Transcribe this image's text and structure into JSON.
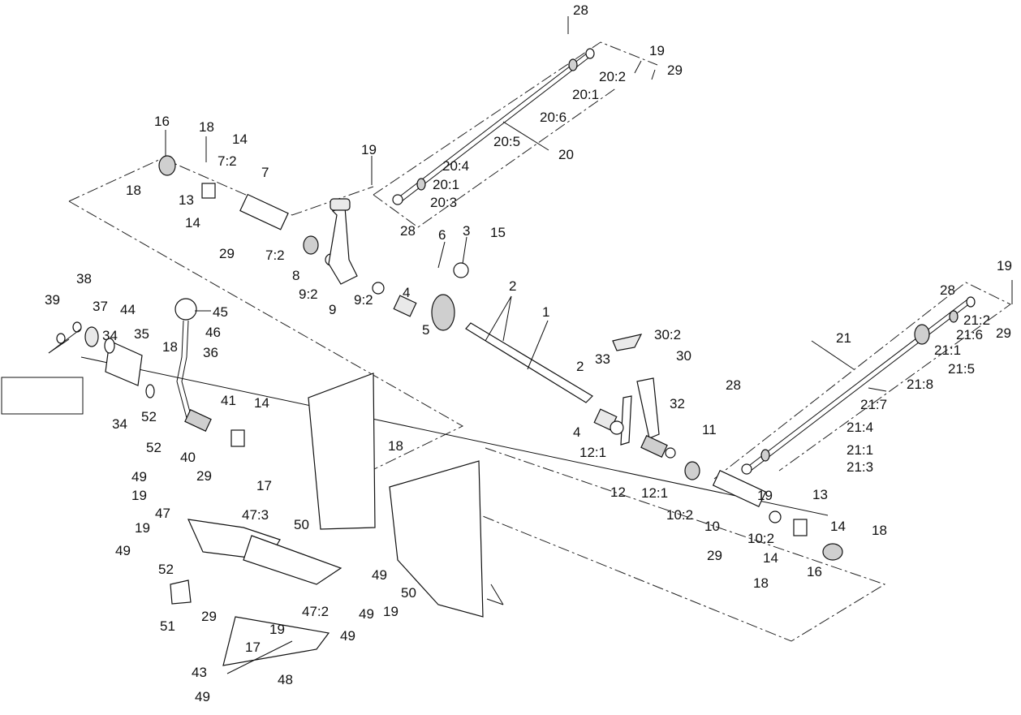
{
  "callouts": [
    "28",
    "19",
    "29",
    "20:2",
    "20:1",
    "20:6",
    "20:5",
    "20",
    "16",
    "18",
    "14",
    "7:2",
    "7",
    "18",
    "13",
    "14",
    "19",
    "20:4",
    "20:1",
    "20:3",
    "28",
    "29",
    "7:2",
    "8",
    "9:2",
    "9",
    "6",
    "3",
    "15",
    "4",
    "9:2",
    "5",
    "2",
    "1",
    "38",
    "39",
    "37",
    "44",
    "34",
    "35",
    "45",
    "46",
    "36",
    "18",
    "34",
    "52",
    "41",
    "14",
    "52",
    "40",
    "29",
    "17",
    "18",
    "49",
    "19",
    "47",
    "47:3",
    "50",
    "19",
    "49",
    "52",
    "51",
    "29",
    "50",
    "49",
    "47:2",
    "49",
    "19",
    "19",
    "49",
    "17",
    "43",
    "48",
    "49",
    "2",
    "33",
    "30:2",
    "30",
    "4",
    "32",
    "12:1",
    "12",
    "12:1",
    "11",
    "10:2",
    "10",
    "29",
    "10:2",
    "19",
    "13",
    "14",
    "18",
    "14",
    "18",
    "16",
    "28",
    "21",
    "21:8",
    "21:5",
    "21:1",
    "21:6",
    "21:2",
    "19",
    "29",
    "28",
    "21:7",
    "21:4",
    "21:1",
    "21:3"
  ]
}
